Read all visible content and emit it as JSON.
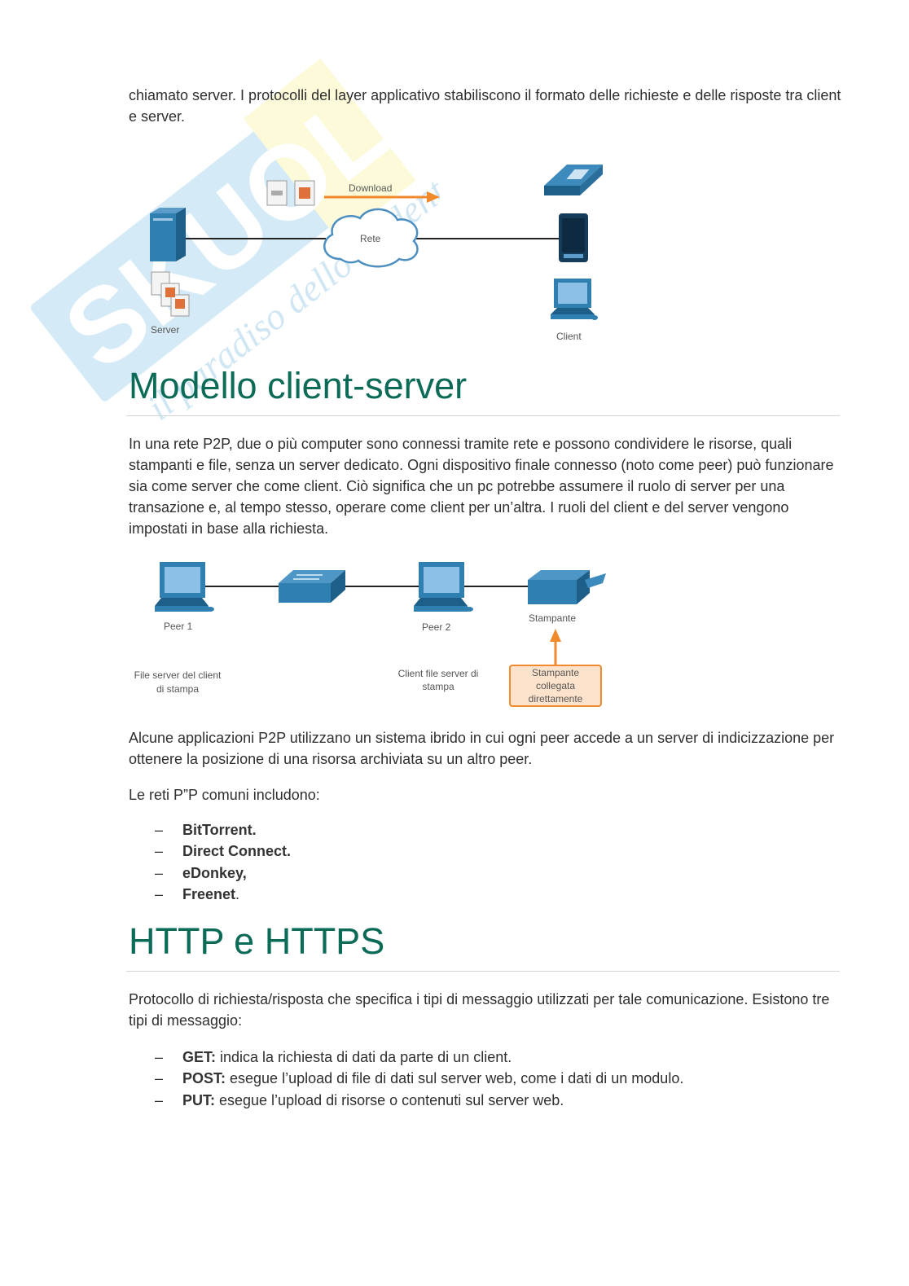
{
  "intro": {
    "text": "chiamato server. I protocolli del layer applicativo stabiliscono il formato delle richieste e delle risposte tra client e server."
  },
  "diagram1": {
    "download_label": "Download",
    "network_label": "Rete",
    "server_label": "Server",
    "client_label": "Client"
  },
  "section1": {
    "title": "Modello client-server",
    "p1": "In una rete P2P, due o più computer sono connessi tramite rete e possono condividere le risorse, quali stampanti e file, senza un server dedicato. Ogni dispositivo finale connesso (noto come peer) può funzionare sia come server che come client. Ciò significa che un pc potrebbe assumere il ruolo di server per una transazione e, al tempo stesso, operare come client per un’altra. I ruoli del client e del server vengono impostati in base alla richiesta.",
    "p2": "Alcune applicazioni P2P utilizzano un sistema ibrido in cui ogni peer accede a un server di indicizzazione per ottenere la posizione di una risorsa archiviata su un altro peer.",
    "p3": "Le reti P”P comuni includono:",
    "list": [
      {
        "strong": "BitTorrent.",
        "rest": ""
      },
      {
        "strong": "Direct Connect.",
        "rest": ""
      },
      {
        "strong": "eDonkey,",
        "rest": ""
      },
      {
        "strong": "Freenet",
        "rest": "."
      }
    ]
  },
  "diagram2": {
    "peer1_label": "Peer 1",
    "peer2_label": "Peer 2",
    "printer_label": "Stampante",
    "peer1_desc_line1": "File server del client",
    "peer1_desc_line2": "di stampa",
    "peer2_desc_line1": "Client file server di",
    "peer2_desc_line2": "stampa",
    "callout_line1": "Stampante",
    "callout_line2": "collegata",
    "callout_line3": "direttamente"
  },
  "section2": {
    "title": "HTTP e HTTPS",
    "p1": "Protocollo di richiesta/risposta che specifica i tipi di messaggio utilizzati per tale comunicazione. Esistono tre tipi di messaggio:",
    "list": [
      {
        "strong": "GET:",
        "rest": " indica la richiesta di dati da parte di un client."
      },
      {
        "strong": "POST:",
        "rest": " esegue l’upload di file di dati sul server web, come i dati di un modulo."
      },
      {
        "strong": "PUT:",
        "rest": " esegue l’upload di risorse o contenuti sul server web."
      }
    ]
  },
  "watermark": {
    "brand": "Skuola.net",
    "tagline": "il paradiso dello studente"
  },
  "colors": {
    "heading": "#0b6b57",
    "device_blue": "#2f7fb0",
    "arrow_orange": "#f08a2c",
    "callout_fill": "#fde3cc"
  }
}
